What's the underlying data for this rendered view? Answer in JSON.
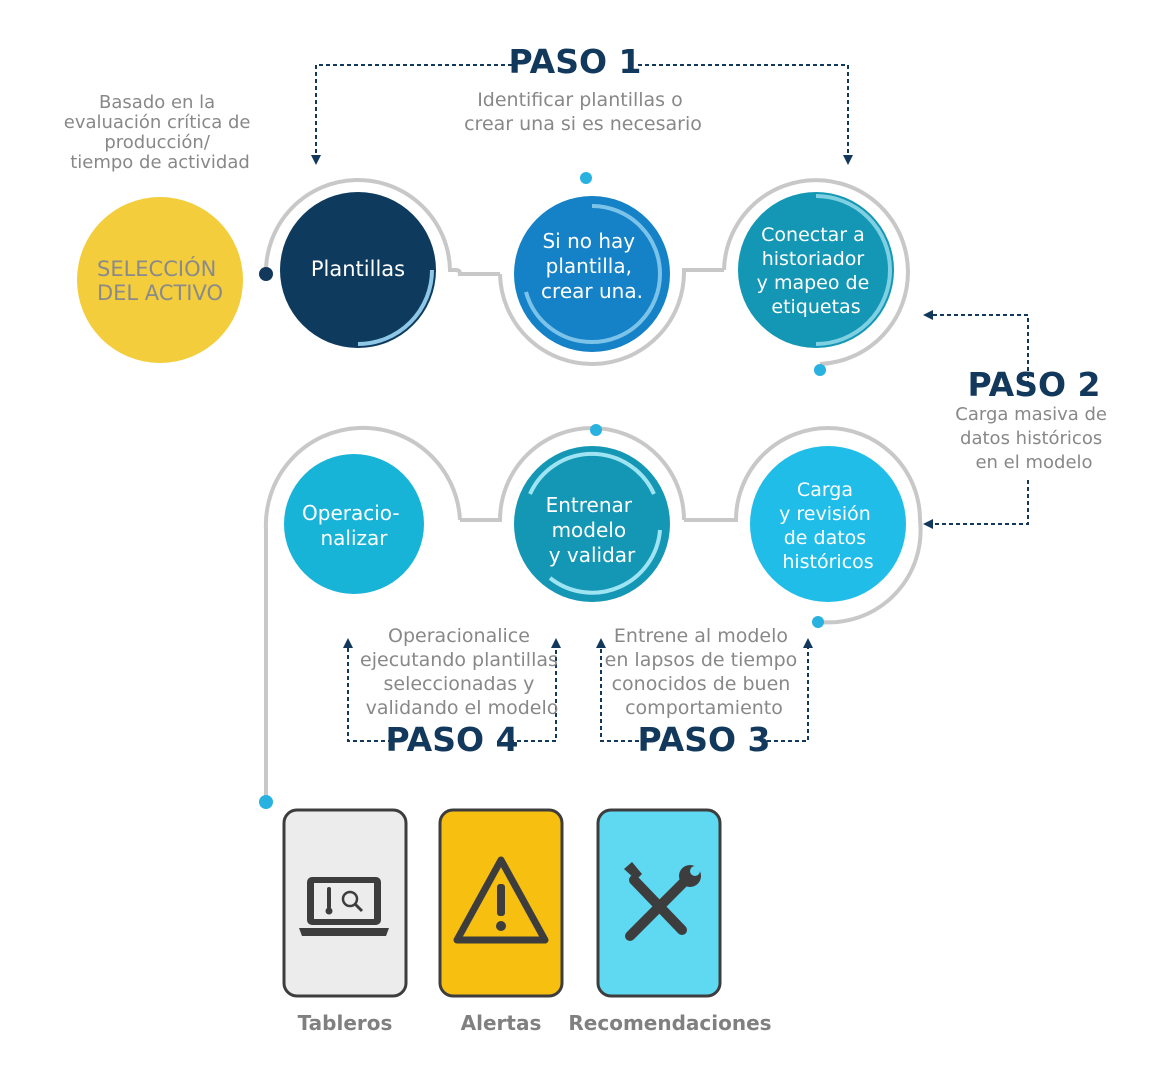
{
  "colors": {
    "navy": "#12385c",
    "gray_text": "#888888",
    "ring_gray": "#c8c8c8",
    "yellow": "#f4cd3c",
    "dark_navy": "#0e3a5e",
    "blue": "#1581c6",
    "teal": "#1497b4",
    "sky": "#18b4d8",
    "bright_cyan": "#20bde9",
    "cyan_dot": "#29b2e0",
    "tablero_bg": "#ececec",
    "alertas_bg": "#f7bf10",
    "recom_bg": "#5fd8f2"
  },
  "paso1": {
    "title": "PASO 1",
    "desc": [
      "Identificar plantillas o",
      "crear una si es necesario"
    ]
  },
  "paso2": {
    "title": "PASO 2",
    "desc": [
      "Carga masiva de",
      "datos históricos",
      "en el modelo"
    ]
  },
  "paso3": {
    "title": "PASO 3",
    "desc": [
      "Entrene al modelo",
      "en lapsos de tiempo",
      "conocidos de buen",
      "comportamiento"
    ]
  },
  "paso4": {
    "title": "PASO 4",
    "desc": [
      "Operacionalice",
      "ejecutando plantillas",
      "seleccionadas y",
      "validando el modelo"
    ]
  },
  "seleccion": {
    "note": [
      "Basado en la",
      "evaluación crítica de",
      "producción/",
      "tiempo de actividad"
    ],
    "label": [
      "SELECCIÓN",
      "DEL ACTIVO"
    ]
  },
  "circles": {
    "plantillas": [
      "Plantillas"
    ],
    "crear": [
      "Si no hay",
      "plantilla,",
      "crear una."
    ],
    "conectar": [
      "Conectar a",
      "historiador",
      "y mapeo de",
      "etiquetas"
    ],
    "carga": [
      "Carga",
      "y revisión",
      "de datos",
      "históricos"
    ],
    "entrenar": [
      "Entrenar",
      "modelo",
      "y validar"
    ],
    "operacionalizar": [
      "Operacio-",
      "nalizar"
    ]
  },
  "outputs": {
    "tableros": "Tableros",
    "alertas": "Alertas",
    "recomendaciones": "Recomendaciones"
  },
  "icons": {
    "tableros": "laptop-monitor-icon",
    "alertas": "warning-icon",
    "recomendaciones": "tools-icon"
  }
}
